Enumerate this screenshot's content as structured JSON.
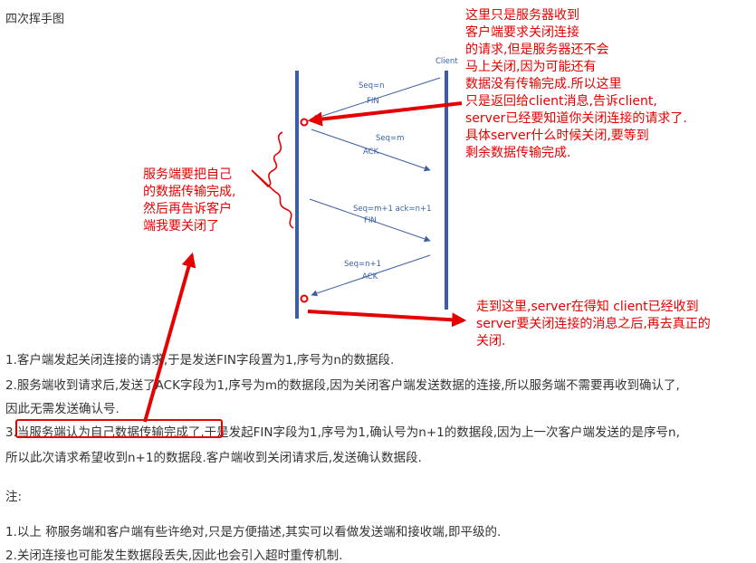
{
  "title": "四次挥手图",
  "diagram": {
    "client_label": "Client",
    "msg1": {
      "seq": "Seq=n",
      "flag": "FIN"
    },
    "msg2": {
      "seq": "Seq=m",
      "flag": "ACK"
    },
    "msg3": {
      "seq": "Seq=m+1  ack=n+1",
      "flag": "FIN"
    },
    "msg4": {
      "seq": "Seq=n+1",
      "flag": "ACK"
    }
  },
  "annotations": {
    "top_right": [
      "这里只是服务器收到",
      "客户端要求关闭连接",
      "的请求,但是服务器还不会",
      "马上关闭,因为可能还有",
      "数据没有传输完成.所以这里",
      "只是返回给client消息,告诉client,",
      "server已经要知道你关闭连接的请求了.",
      "具体server什么时候关闭,要等到",
      "剩余数据传输完成."
    ],
    "left": [
      "服务端要把自己",
      "的数据传输完成,",
      "然后再告诉客户",
      "端我要关闭了"
    ],
    "bottom_right": [
      "走到这里,server在得知 client已经收到",
      "server要关闭连接的消息之后,再去真正的",
      "关闭."
    ]
  },
  "body_lines": [
    "1.客户端发起关闭连接的请求,于是发送FIN字段置为1,序号为n的数据段.",
    "2.服务端收到请求后,发送了ACK字段为1,序号为m的数据段,因为关闭客户端发送数据的连接,所以服务端不需要再收到确认了,",
    "因此无需发送确认号.",
    "3.当服务端认为自己数据传输完成了,于是发起FIN字段为1,序号为1,确认号为n+1的数据段,因为上一次客户端发送的是序号n,",
    "所以此次请求希望收到n+1的数据段.客户端收到关闭请求后,发送确认数据段.",
    "注:",
    "1.以上 称服务端和客户端有些许绝对,只是方便描述,其实可以看做发送端和接收端,即平级的.",
    "2.关闭连接也可能发生数据段丢失,因此也会引入超时重传机制."
  ],
  "colors": {
    "accent_red": "#e60000",
    "line_blue": "#3a5fa8",
    "text": "#333333"
  }
}
